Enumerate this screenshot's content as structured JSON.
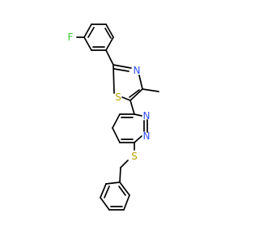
{
  "atom_labels": {
    "fluorine": "F",
    "thiazole_nitrogen": "N",
    "thiazole_sulfur": "S",
    "pyridazine_nitrogen_1": "N",
    "pyridazine_nitrogen_2": "N",
    "thioether_sulfur": "S"
  },
  "colors": {
    "bond": "#000000",
    "fluorine": "#33cc33",
    "nitrogen": "#3050f8",
    "sulfur": "#b8a000"
  }
}
